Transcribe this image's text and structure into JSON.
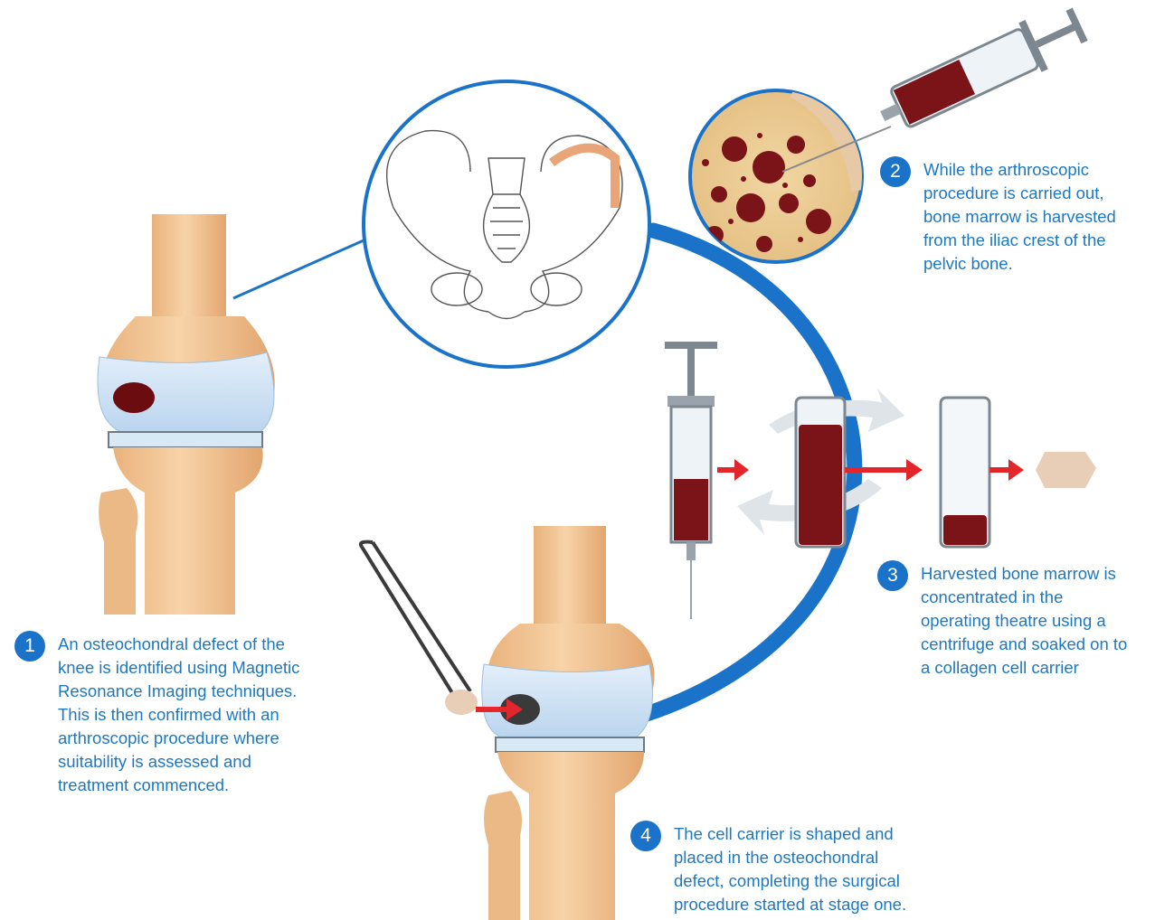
{
  "colors": {
    "accent": "#1a73c8",
    "text": "#1d78c1",
    "bone": "#f2c593",
    "cartilage": "#cfe3f4",
    "blood": "#7a0e12"
  },
  "icons": [
    "knee-joint-icon",
    "pelvis-icon",
    "bone-marrow-icon",
    "syringe-icon",
    "centrifuge-tube-icon",
    "cell-carrier-icon",
    "forceps-icon"
  ],
  "steps": [
    {
      "number": "1",
      "text": "An osteochondral defect of the\nknee is identified using Magnetic\nResonance Imaging techniques.\nThis is then confirmed with an\narthroscopic procedure where\nsuitability is assessed and\ntreatment commenced."
    },
    {
      "number": "2",
      "text": "While the arthroscopic\nprocedure is carried out,\nbone marrow is harvested\nfrom the iliac crest of the\npelvic bone."
    },
    {
      "number": "3",
      "text": "Harvested bone marrow is\nconcentrated in the\noperating theatre using a\ncentrifuge and soaked on to\na collagen cell carrier"
    },
    {
      "number": "4",
      "text": "The cell carrier is shaped and\nplaced in the osteochondral\ndefect, completing the surgical\nprocedure started at stage one."
    }
  ]
}
